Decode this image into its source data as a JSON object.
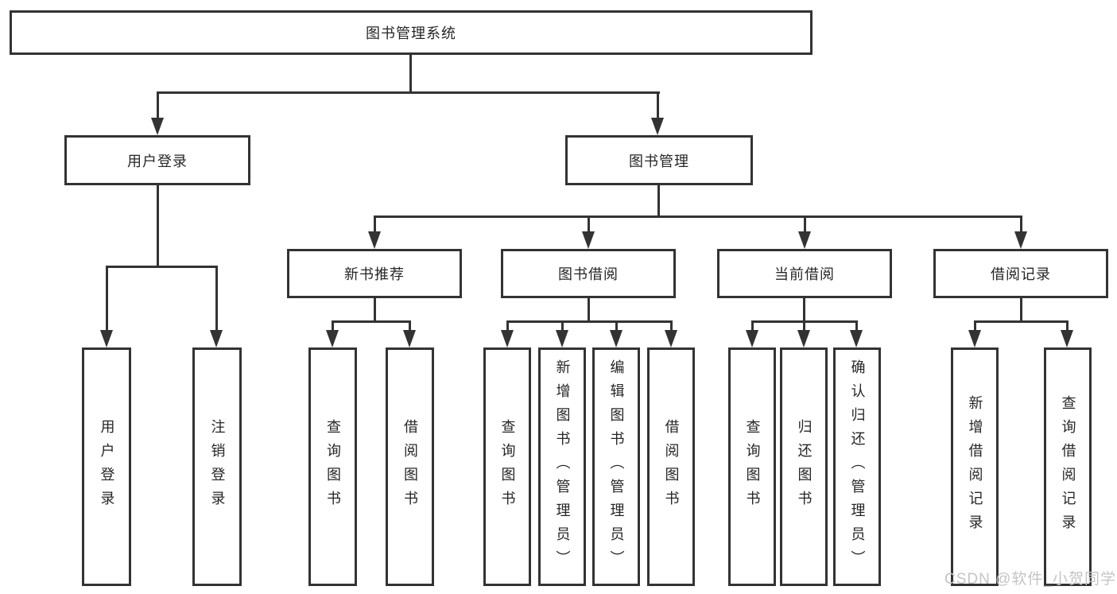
{
  "nodes": {
    "root": {
      "label": "图书管理系统"
    },
    "user_login": {
      "label": "用户登录",
      "children": [
        {
          "label": "用户登录"
        },
        {
          "label": "注销登录"
        }
      ]
    },
    "book_mgmt": {
      "label": "图书管理",
      "children": [
        {
          "label": "新书推荐",
          "children": [
            {
              "label": "查询图书"
            },
            {
              "label": "借阅图书"
            }
          ]
        },
        {
          "label": "图书借阅",
          "children": [
            {
              "label": "查询图书"
            },
            {
              "label": "新增图书（管理员）"
            },
            {
              "label": "编辑图书（管理员）"
            },
            {
              "label": "借阅图书"
            }
          ]
        },
        {
          "label": "当前借阅",
          "children": [
            {
              "label": "查询图书"
            },
            {
              "label": "归还图书"
            },
            {
              "label": "确认归还（管理员）"
            }
          ]
        },
        {
          "label": "借阅记录",
          "children": [
            {
              "label": "新增借阅记录"
            },
            {
              "label": "查询借阅记录"
            }
          ]
        }
      ]
    }
  },
  "watermark": {
    "text": "CSDN @软件_小贺同学"
  },
  "colors": {
    "line": "#333333",
    "text": "#262626",
    "watermark": "#c4c4c4",
    "background": "#ffffff"
  }
}
